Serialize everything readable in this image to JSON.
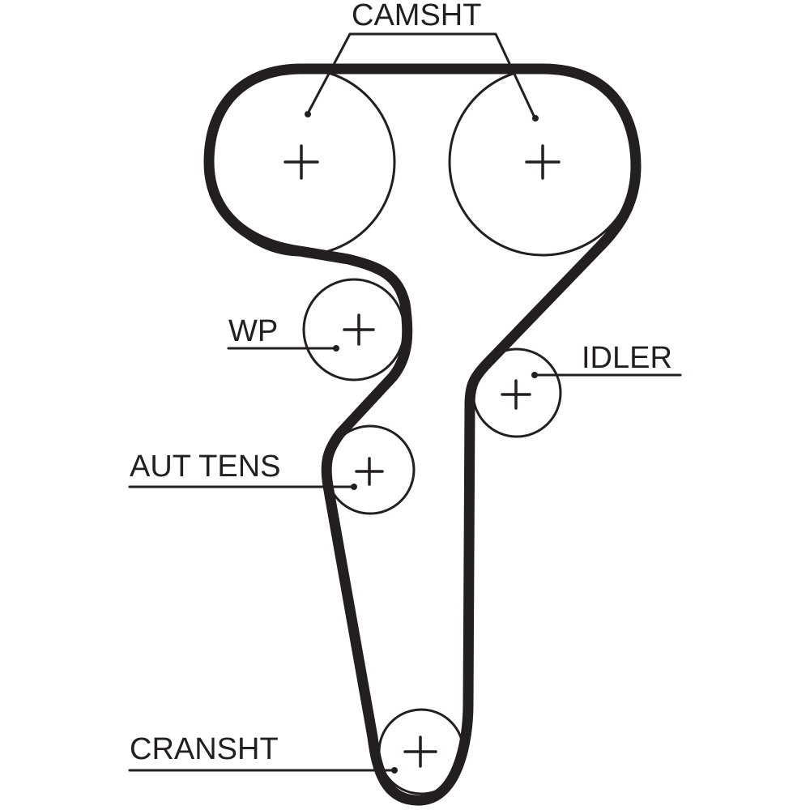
{
  "diagram": {
    "title": "Timing belt routing",
    "colors": {
      "line": "#231f20",
      "background": "#ffffff"
    },
    "components": [
      {
        "id": "camshaft-left",
        "label": "CAMSHT"
      },
      {
        "id": "camshaft-right",
        "label": "CAMSHT"
      },
      {
        "id": "water-pump",
        "label": "WP"
      },
      {
        "id": "idler",
        "label": "IDLER"
      },
      {
        "id": "auto-tensioner",
        "label": "AUT TENS"
      },
      {
        "id": "crankshaft",
        "label": "CRANSHT"
      }
    ],
    "labels": {
      "camshaft": "CAMSHT",
      "water_pump": "WP",
      "idler": "IDLER",
      "auto_tensioner": "AUT TENS",
      "crankshaft": "CRANSHT"
    }
  }
}
